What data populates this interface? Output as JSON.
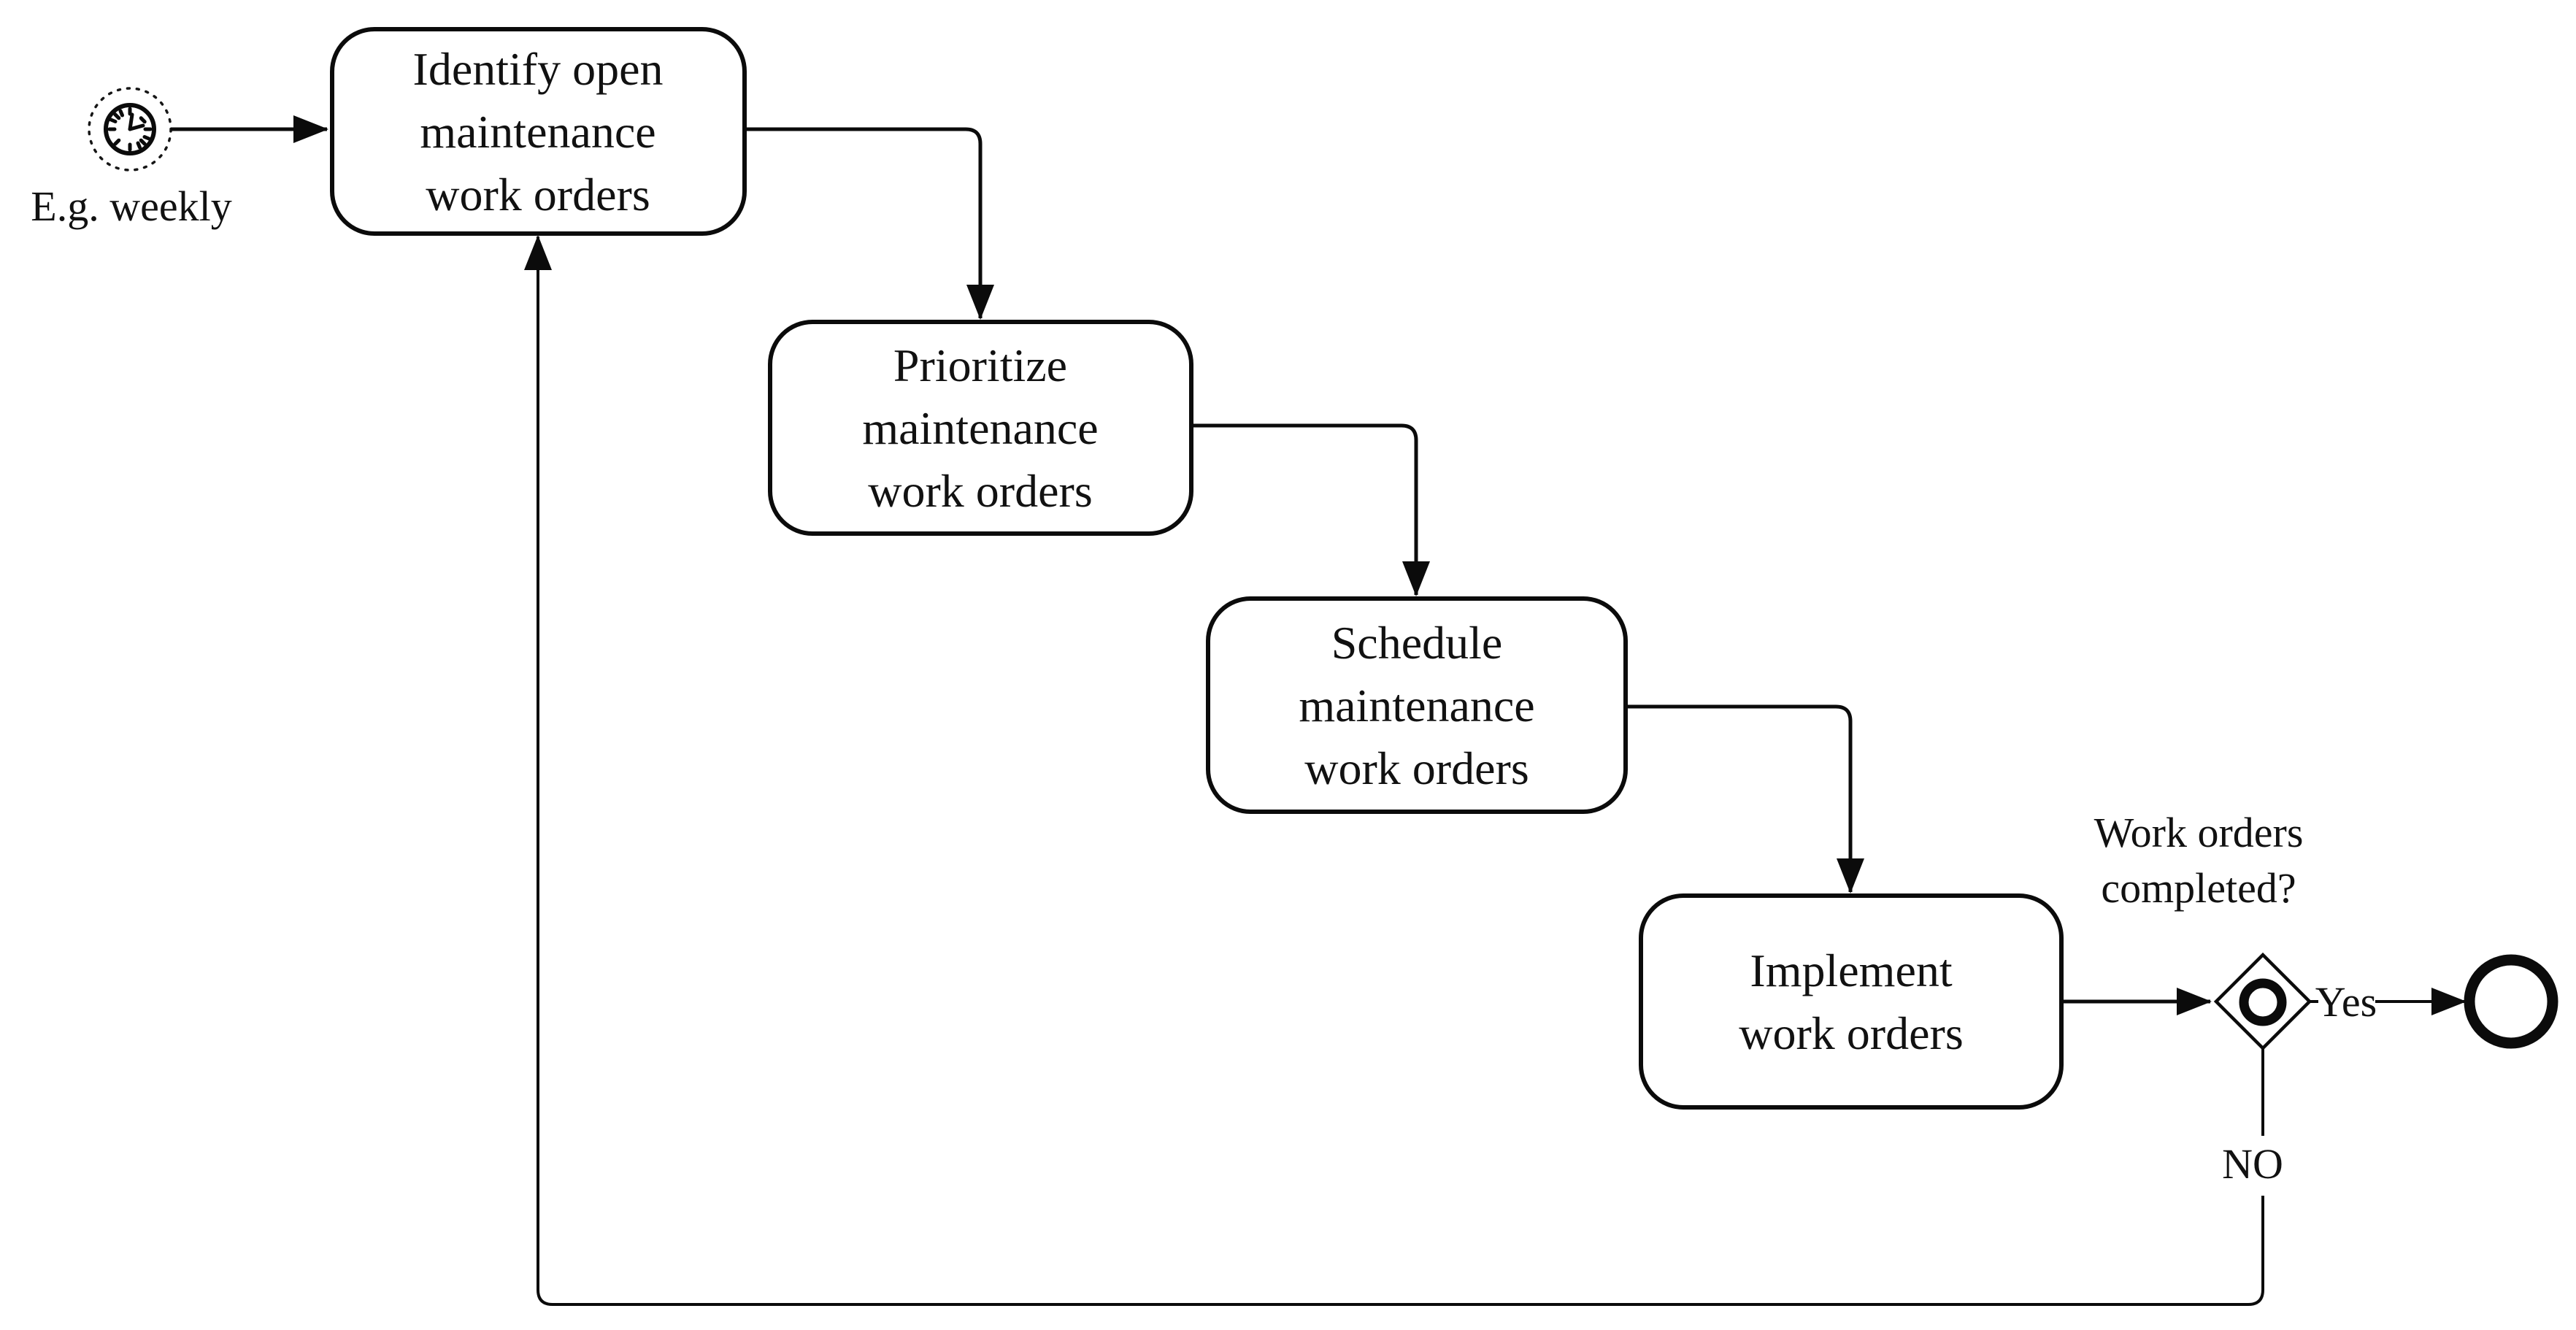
{
  "diagram": {
    "type": "bpmn-process-flow",
    "colors": {
      "background": "#ffffff",
      "stroke": "#0b0b0b",
      "text": "#111111"
    },
    "start_event": {
      "kind": "timer-start-event",
      "icon": "clock-icon",
      "label": "E.g. weekly"
    },
    "tasks": [
      {
        "id": "identify",
        "lines": [
          "Identify open",
          "maintenance",
          "work orders"
        ]
      },
      {
        "id": "prioritize",
        "lines": [
          "Prioritize",
          "maintenance",
          "work orders"
        ]
      },
      {
        "id": "schedule",
        "lines": [
          "Schedule",
          "maintenance",
          "work orders"
        ]
      },
      {
        "id": "implement",
        "lines": [
          "Implement",
          "work orders"
        ]
      }
    ],
    "gateway": {
      "kind": "inclusive-gateway",
      "question": {
        "lines": [
          "Work orders",
          "completed?"
        ]
      },
      "yes_label": "Yes",
      "no_label": "NO"
    },
    "end_event": {
      "kind": "end-event"
    }
  }
}
